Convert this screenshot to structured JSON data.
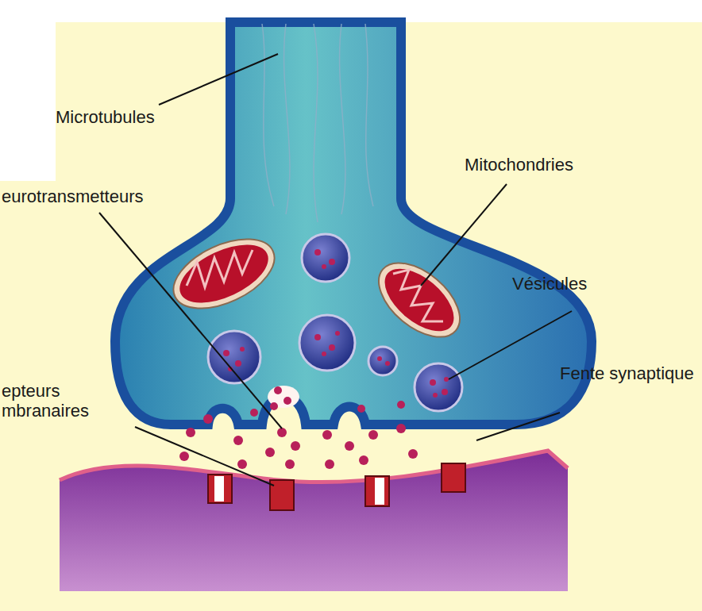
{
  "diagram": {
    "labels": [
      "Microtubules",
      "Mitochondries",
      "eurotransmetteurs",
      "Vésicules",
      "epteurs mbranaires",
      "Fente synaptique"
    ]
  }
}
